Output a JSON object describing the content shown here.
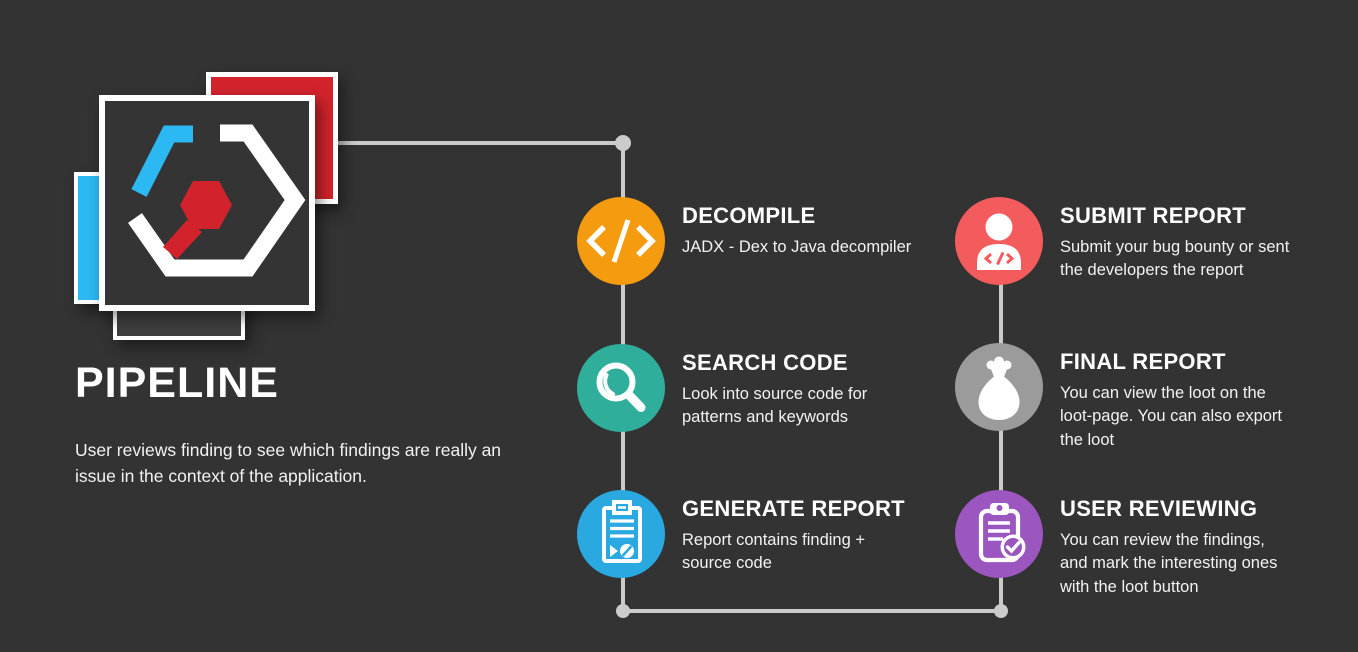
{
  "page": {
    "title": "PIPELINE",
    "subtitle": "User reviews finding to see which findings are really an\nissue in the context of the application."
  },
  "logo": {
    "colors": {
      "cyan": "#2BB8F3",
      "red": "#D2232C"
    }
  },
  "connector_color": "#CBCBCB",
  "steps": [
    {
      "title": "DECOMPILE",
      "description": "JADX - Dex to Java decompiler",
      "color": "#F59B0F",
      "icon": "code"
    },
    {
      "title": "SEARCH CODE",
      "description": "Look into source code for\npatterns and keywords",
      "color": "#2FAE9C",
      "icon": "magnifier"
    },
    {
      "title": "GENERATE REPORT",
      "description": "Report contains finding +\nsource code",
      "color": "#29A9E0",
      "icon": "report"
    },
    {
      "title": "SUBMIT REPORT",
      "description": "Submit your bug bounty or sent\nthe developers the report",
      "color": "#F45B5D",
      "icon": "person-code"
    },
    {
      "title": "FINAL REPORT",
      "description": "You can view the loot on the\nloot-page. You can also export\nthe loot",
      "color": "#9B9B9B",
      "icon": "money-bag"
    },
    {
      "title": "USER REVIEWING",
      "description": "You can review the findings,\nand mark the interesting ones\nwith the loot button",
      "color": "#9C56C0",
      "icon": "clipboard-check"
    }
  ]
}
